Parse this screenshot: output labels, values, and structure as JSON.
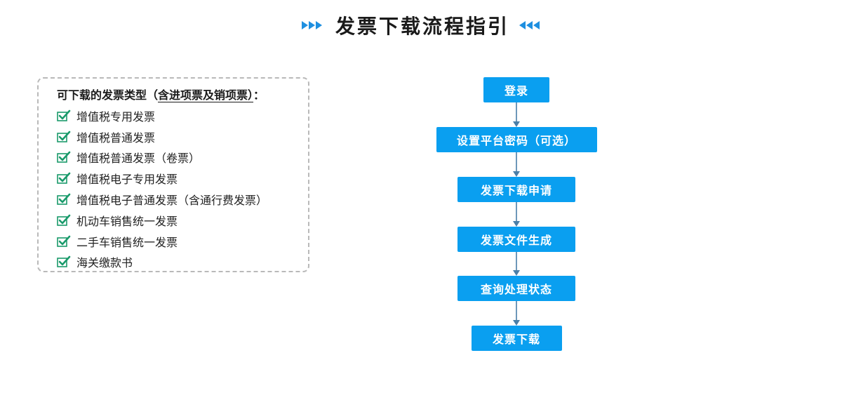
{
  "title": "发票下载流程指引",
  "colors": {
    "accent": "#0a9ff0",
    "connector": "#4a7fa8",
    "check": "#1a9a6b",
    "box_border": "#b9b9b9"
  },
  "invoice_types": {
    "heading_prefix": "可下载的发票类型（",
    "heading_underlined": "含进项票及销项票）",
    "heading_suffix": "：",
    "items": [
      "增值税专用发票",
      "增值税普通发票",
      "增值税普通发票（卷票）",
      "增值税电子专用发票",
      "增值税电子普通发票（含通行费发票）",
      "机动车销售统一发票",
      "二手车销售统一发票",
      "海关缴款书"
    ]
  },
  "flow_steps": [
    "登录",
    "设置平台密码（可选）",
    "发票下载申请",
    "发票文件生成",
    "查询处理状态",
    "发票下载"
  ]
}
